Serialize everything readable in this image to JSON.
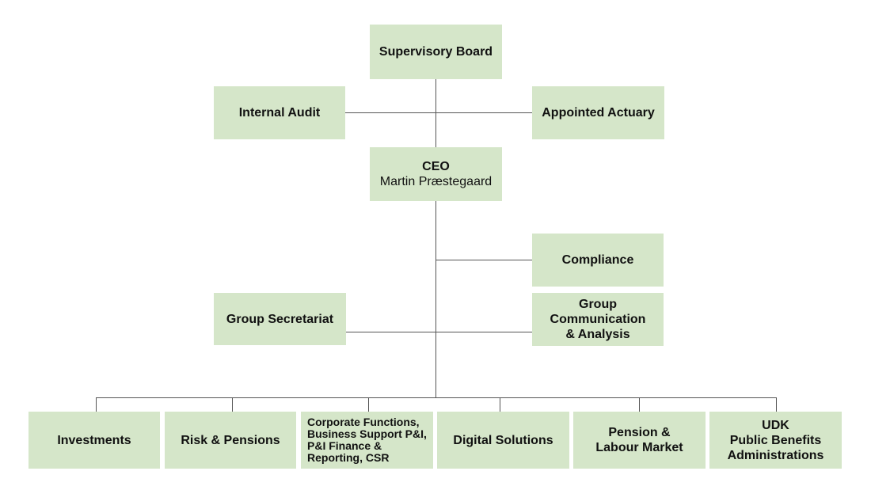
{
  "nodes": {
    "supervisory_board": {
      "lines": [
        "Supervisory Board"
      ]
    },
    "internal_audit": {
      "lines": [
        "Internal Audit"
      ]
    },
    "appointed_actuary": {
      "lines": [
        "Appointed Actuary"
      ]
    },
    "ceo": {
      "title": "CEO",
      "name": "Martin Præstegaard"
    },
    "compliance": {
      "lines": [
        "Compliance"
      ]
    },
    "group_secretariat": {
      "lines": [
        "Group Secretariat"
      ]
    },
    "group_communication": {
      "lines": [
        "Group",
        "Communication",
        "& Analysis"
      ]
    },
    "investments": {
      "lines": [
        "Investments"
      ]
    },
    "risk_pensions": {
      "lines": [
        "Risk & Pensions"
      ]
    },
    "corporate_functions": {
      "lines": [
        "Corporate Functions,",
        "Business Support P&I,",
        "P&I Finance &",
        "Reporting, CSR"
      ]
    },
    "digital_solutions": {
      "lines": [
        "Digital Solutions"
      ]
    },
    "pension_labour": {
      "lines": [
        "Pension &",
        "Labour Market"
      ]
    },
    "udk": {
      "lines": [
        "UDK",
        "Public Benefits",
        "Administrations"
      ]
    }
  },
  "colors": {
    "box_fill": "#d5e6c9",
    "line": "#555555",
    "text": "#111111"
  }
}
